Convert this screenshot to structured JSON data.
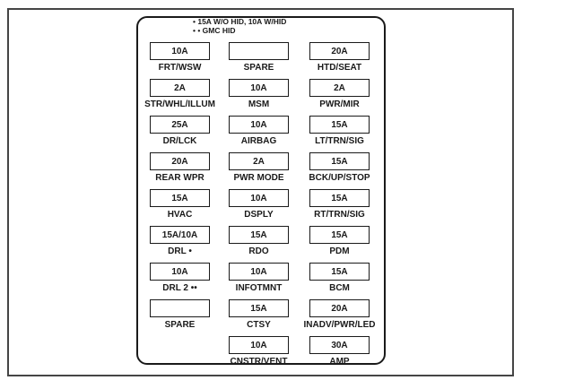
{
  "diagram": {
    "title": "fuse-panel-diagram",
    "legend": [
      "• 15A W/O HID, 10A W/HID",
      "• • GMC HID"
    ],
    "colors": {
      "frame_border": "#454545",
      "panel_border": "#1a1a1a",
      "text": "#1a1a1a",
      "background": "#ffffff"
    }
  },
  "fuses": {
    "rows": [
      {
        "cells": [
          {
            "amp": "10A",
            "label": "FRT/WSW"
          },
          {
            "amp": "",
            "label": "SPARE"
          },
          {
            "amp": "20A",
            "label": "HTD/SEAT"
          }
        ]
      },
      {
        "cells": [
          {
            "amp": "2A",
            "label": "STR/WHL/ILLUM"
          },
          {
            "amp": "10A",
            "label": "MSM"
          },
          {
            "amp": "2A",
            "label": "PWR/MIR"
          }
        ]
      },
      {
        "cells": [
          {
            "amp": "25A",
            "label": "DR/LCK"
          },
          {
            "amp": "10A",
            "label": "AIRBAG"
          },
          {
            "amp": "15A",
            "label": "LT/TRN/SIG"
          }
        ]
      },
      {
        "cells": [
          {
            "amp": "20A",
            "label": "REAR WPR"
          },
          {
            "amp": "2A",
            "label": "PWR MODE"
          },
          {
            "amp": "15A",
            "label": "BCK/UP/STOP"
          }
        ]
      },
      {
        "cells": [
          {
            "amp": "15A",
            "label": "HVAC"
          },
          {
            "amp": "10A",
            "label": "DSPLY"
          },
          {
            "amp": "15A",
            "label": "RT/TRN/SIG"
          }
        ]
      },
      {
        "cells": [
          {
            "amp": "15A/10A",
            "label": "DRL •"
          },
          {
            "amp": "15A",
            "label": "RDO"
          },
          {
            "amp": "15A",
            "label": "PDM"
          }
        ]
      },
      {
        "cells": [
          {
            "amp": "10A",
            "label": "DRL 2 ••"
          },
          {
            "amp": "10A",
            "label": "INFOTMNT"
          },
          {
            "amp": "15A",
            "label": "BCM"
          }
        ]
      },
      {
        "cells": [
          {
            "amp": "",
            "label": "SPARE"
          },
          {
            "amp": "15A",
            "label": "CTSY"
          },
          {
            "amp": "20A",
            "label": "INADV/PWR/LED"
          }
        ]
      },
      {
        "cells": [
          null,
          {
            "amp": "10A",
            "label": "CNSTR/VENT"
          },
          {
            "amp": "30A",
            "label": "AMP"
          }
        ]
      }
    ]
  }
}
